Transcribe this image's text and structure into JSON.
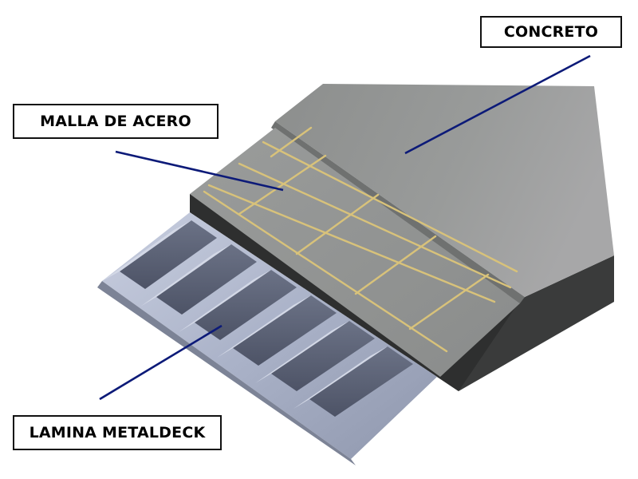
{
  "labels": {
    "concreto": "CONCRETO",
    "malla": "MALLA DE ACERO",
    "lamina": "LAMINA METALDECK"
  },
  "colors": {
    "leader_line": "#0c1a78",
    "concrete": "#8f9190",
    "steel_mesh": "#d8c27a",
    "metal_deck": "#b7bed2"
  }
}
